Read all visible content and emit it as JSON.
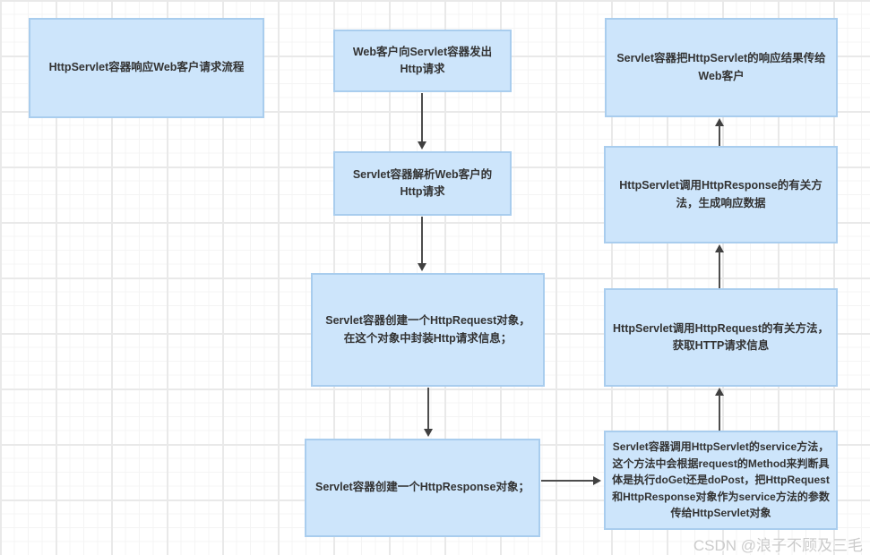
{
  "diagram": {
    "boxes": [
      {
        "id": "title",
        "label": "HttpServlet容器响应Web客户请求流程"
      },
      {
        "id": "web-client-request",
        "label": "Web客户向Servlet容器发出Http请求"
      },
      {
        "id": "parse-request",
        "label": "Servlet容器解析Web客户的Http请求"
      },
      {
        "id": "create-httprequest",
        "label": "Servlet容器创建一个HttpRequest对象，在这个对象中封装Http请求信息；"
      },
      {
        "id": "create-httpresponse",
        "label": "Servlet容器创建一个HttpResponse对象；"
      },
      {
        "id": "call-service-method",
        "label": "Servlet容器调用HttpServlet的service方法，这个方法中会根据request的Method来判断具体是执行doGet还是doPost，把HttpRequest和HttpResponse对象作为service方法的参数传给HttpServlet对象"
      },
      {
        "id": "get-request-info",
        "label": "HttpServlet调用HttpRequest的有关方法，获取HTTP请求信息"
      },
      {
        "id": "generate-response-data",
        "label": "HttpServlet调用HttpResponse的有关方法，生成响应数据"
      },
      {
        "id": "return-result-to-client",
        "label": "Servlet容器把HttpServlet的响应结果传给Web客户"
      }
    ],
    "connections": [
      {
        "from": "web-client-request",
        "to": "parse-request",
        "direction": "down"
      },
      {
        "from": "parse-request",
        "to": "create-httprequest",
        "direction": "down"
      },
      {
        "from": "create-httprequest",
        "to": "create-httpresponse",
        "direction": "down"
      },
      {
        "from": "create-httpresponse",
        "to": "call-service-method",
        "direction": "right"
      },
      {
        "from": "call-service-method",
        "to": "get-request-info",
        "direction": "up"
      },
      {
        "from": "get-request-info",
        "to": "generate-response-data",
        "direction": "up"
      },
      {
        "from": "generate-response-data",
        "to": "return-result-to-client",
        "direction": "up"
      }
    ],
    "colors": {
      "box_fill": "#cde5fb",
      "box_border": "#a9cdee",
      "arrow": "#404040",
      "text": "#333333",
      "grid_major": "#e9e9e9",
      "grid_minor": "#f4f4f4",
      "watermark": "#cbcbcb"
    }
  },
  "watermark": {
    "text": "CSDN @浪子不顾及三毛"
  }
}
